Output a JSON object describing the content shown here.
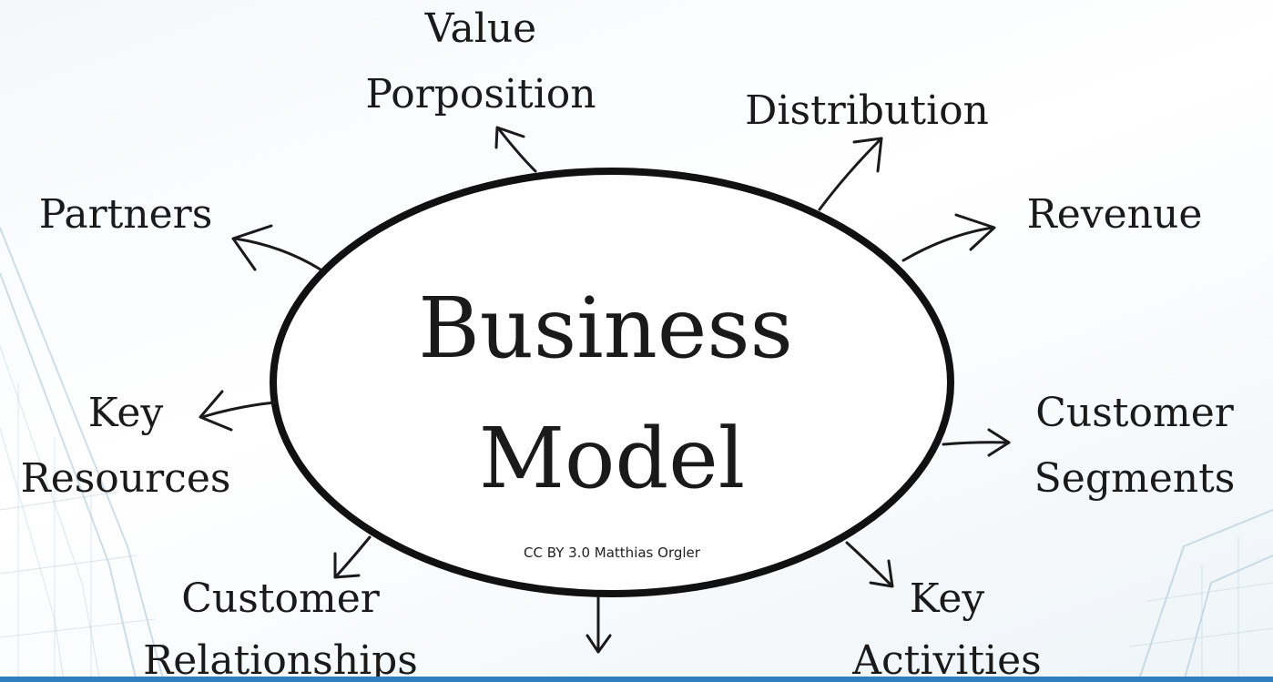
{
  "diagram": {
    "center_line1": "Business",
    "center_line2": "Model",
    "credit": "CC BY 3.0 Matthias Orgler"
  },
  "labels": {
    "value_proposition": [
      "Value",
      "Porposition"
    ],
    "distribution": [
      "Distribution"
    ],
    "partners": [
      "Partners"
    ],
    "revenue": [
      "Revenue"
    ],
    "key_resources": [
      "Key",
      "Resources"
    ],
    "customer_segments": [
      "Customer",
      "Segments"
    ],
    "customer_relationships": [
      "Customer",
      "Relationships"
    ],
    "key_activities": [
      "Key",
      "Activities"
    ]
  },
  "colors": {
    "ink": "#1a1a1a",
    "accent_bar": "#2f7fc0",
    "background_lines": "#a8c3d4"
  }
}
